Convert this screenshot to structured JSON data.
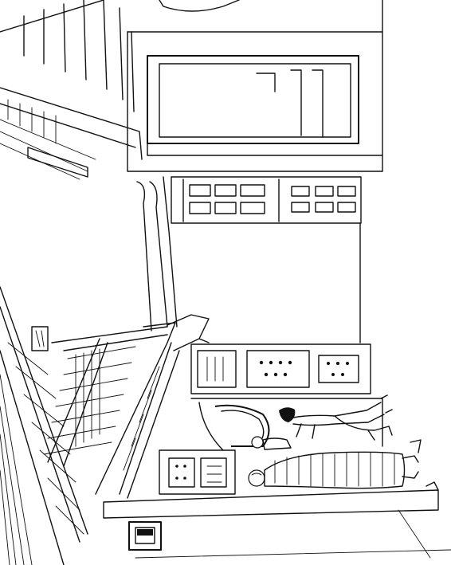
{
  "illustration": {
    "kind": "line-drawing",
    "ink_color": "#111111",
    "paper_color": "#ffffff",
    "elements": [
      "upper-staircase",
      "upper-window",
      "paneled-cabinet",
      "left-staircase",
      "stair-balustrade",
      "central-pillar",
      "carved-door",
      "bath-alcove",
      "robed-figure",
      "child-figure",
      "floor-vent"
    ]
  }
}
